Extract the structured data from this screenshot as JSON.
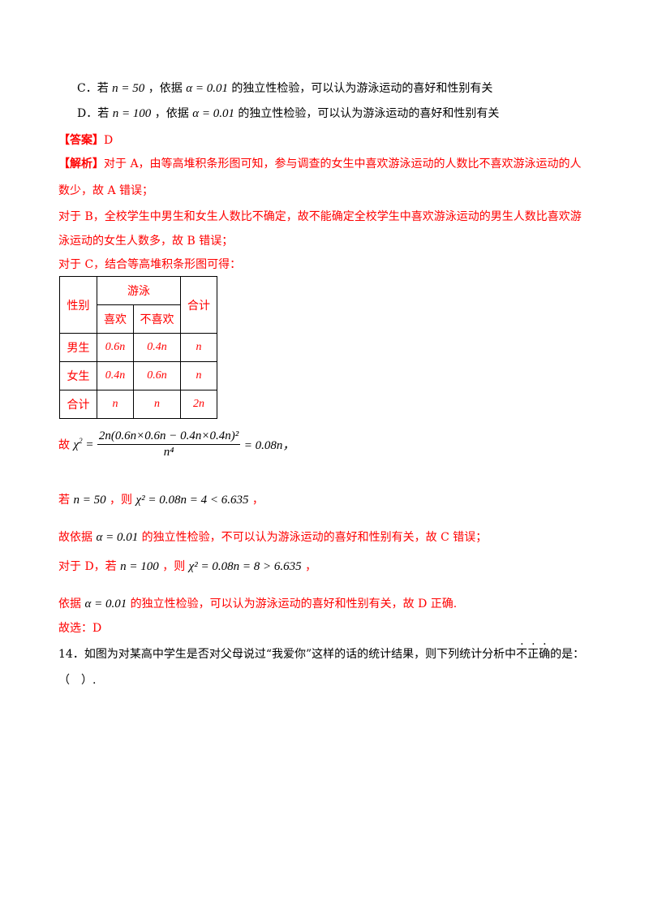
{
  "options": {
    "c": {
      "label": "C．若",
      "cond": "n = 50",
      "mid": "，依据",
      "alpha": "α = 0.01",
      "tail": "的独立性检验，可以认为游泳运动的喜好和性别有关"
    },
    "d": {
      "label": "D．若",
      "cond": "n = 100",
      "mid": "，依据",
      "alpha": "α = 0.01",
      "tail": "的独立性检验，可以认为游泳运动的喜好和性别有关"
    }
  },
  "answer": {
    "tag": "【答案】",
    "value": "D"
  },
  "analysis": {
    "tag": "【解析】",
    "line1": "对于 A，由等高堆积条形图可知，参与调查的女生中喜欢游泳运动的人数比不喜欢游泳运动的人",
    "line2": "数少，故 A 错误；",
    "line3": "对于 B，全校学生中男生和女生人数比不确定，故不能确定全校学生中喜欢游泳运动的男生人数比喜欢游",
    "line4": "泳运动的女生人数多，故 B 错误；",
    "line5": "对于 C，结合等高堆积条形图可得：",
    "formula_prefix": "故",
    "formula_num": "2n(0.6n×0.6n − 0.4n×0.4n)²",
    "formula_den": "n⁴",
    "formula_result": "= 0.08n，",
    "line_if50_prefix": "若",
    "line_if50_cond": "n = 50",
    "line_if50_mid": "，则",
    "line_if50_math": "χ² = 0.08n = 4 < 6.635",
    "line_if50_end": "，",
    "line_c_conc": "的独立性检验，不可以认为游泳运动的喜好和性别有关，故 C 错误；",
    "line_c_pre": "故依据",
    "line_d_pre": "对于 D，若",
    "line_d_cond": "n = 100",
    "line_d_mid": "，则",
    "line_d_math": "χ² = 0.08n = 8 > 6.635",
    "line_d_end": "，",
    "line_d2_pre": "依据",
    "line_d2_tail": "的独立性检验，可以认为游泳运动的喜好和性别有关，故 D 正确.",
    "alpha": "α = 0.01",
    "choose": "故选：D"
  },
  "table": {
    "corner": "性别",
    "group": "游泳",
    "total_header": "合计",
    "like": "喜欢",
    "dislike": "不喜欢",
    "rows": [
      {
        "label": "男生",
        "like": "0.6n",
        "dislike": "0.4n",
        "total": "n"
      },
      {
        "label": "女生",
        "like": "0.4n",
        "dislike": "0.6n",
        "total": "n"
      },
      {
        "label": "合计",
        "like": "n",
        "dislike": "n",
        "total": "2n"
      }
    ]
  },
  "question14": {
    "line1_a": "14．如图为对某高中学生是否对父母说过“我爱你”这样的话的统计结果，则下列统计分析中",
    "dot1": "不",
    "dot2": "正",
    "dot3": "确",
    "line1_b": "的是：",
    "line2": "（　）."
  }
}
